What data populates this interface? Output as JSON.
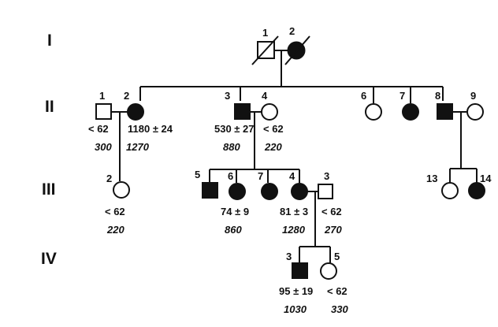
{
  "generations": [
    "I",
    "II",
    "III",
    "IV"
  ],
  "individuals": [
    {
      "id": "I-1",
      "number": "1",
      "sex": "male",
      "affected": false,
      "deceased": true
    },
    {
      "id": "I-2",
      "number": "2",
      "sex": "female",
      "affected": true,
      "deceased": true
    },
    {
      "id": "II-1",
      "number": "1",
      "sex": "male",
      "affected": false,
      "value": "< 62",
      "italic": "300"
    },
    {
      "id": "II-2",
      "number": "2",
      "sex": "female",
      "affected": true,
      "value": "1180 ± 24",
      "italic": "1270"
    },
    {
      "id": "II-3",
      "number": "3",
      "sex": "male",
      "affected": true,
      "value": "530 ± 27",
      "italic": "880"
    },
    {
      "id": "II-4",
      "number": "4",
      "sex": "female",
      "affected": false,
      "value": "< 62",
      "italic": "220"
    },
    {
      "id": "II-6",
      "number": "6",
      "sex": "female",
      "affected": false
    },
    {
      "id": "II-7",
      "number": "7",
      "sex": "female",
      "affected": true
    },
    {
      "id": "II-8",
      "number": "8",
      "sex": "male",
      "affected": true
    },
    {
      "id": "II-9",
      "number": "9",
      "sex": "female",
      "affected": false
    },
    {
      "id": "III-2",
      "number": "2",
      "sex": "female",
      "affected": false,
      "value": "< 62",
      "italic": "220"
    },
    {
      "id": "III-5",
      "number": "5",
      "sex": "male",
      "affected": true
    },
    {
      "id": "III-6",
      "number": "6",
      "sex": "female",
      "affected": true,
      "value": "74 ± 9",
      "italic": "860"
    },
    {
      "id": "III-7",
      "number": "7",
      "sex": "female",
      "affected": true
    },
    {
      "id": "III-4",
      "number": "4",
      "sex": "female",
      "affected": true,
      "value": "81 ± 3",
      "italic": "1280"
    },
    {
      "id": "III-3",
      "number": "3",
      "sex": "male",
      "affected": false,
      "value": "< 62",
      "italic": "270"
    },
    {
      "id": "III-13",
      "number": "13",
      "sex": "female",
      "affected": false
    },
    {
      "id": "III-14",
      "number": "14",
      "sex": "female",
      "affected": true
    },
    {
      "id": "IV-3",
      "number": "3",
      "sex": "male",
      "affected": true,
      "value": "95 ± 19",
      "italic": "1030"
    },
    {
      "id": "IV-5",
      "number": "5",
      "sex": "female",
      "affected": false,
      "value": "< 62",
      "italic": "330"
    }
  ]
}
